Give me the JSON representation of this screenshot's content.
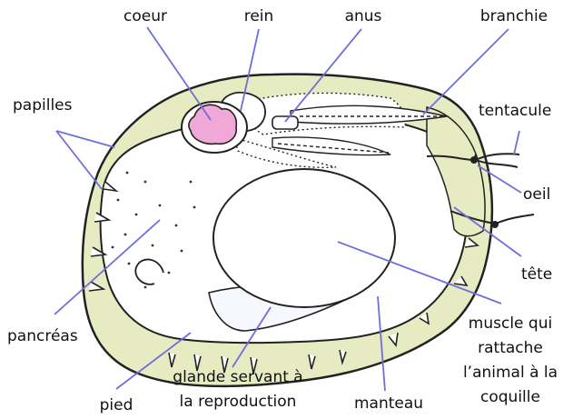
{
  "labels": {
    "coeur": "coeur",
    "rein": "rein",
    "anus": "anus",
    "branchie": "branchie",
    "papilles": "papilles",
    "tentacule": "tentacule",
    "oeil": "oeil",
    "tete": "tête",
    "pancreas": "pancréas",
    "muscle": [
      "muscle qui",
      "rattache",
      "l’animal à la",
      "coquille"
    ],
    "glande": [
      "glande servant à",
      "la reproduction"
    ],
    "pied": "pied",
    "manteau": "manteau"
  },
  "colors": {
    "shell": "#e6ebc2",
    "heart": "#f0a8d8",
    "pointer": "#6f6fd8",
    "ink": "#222222"
  }
}
